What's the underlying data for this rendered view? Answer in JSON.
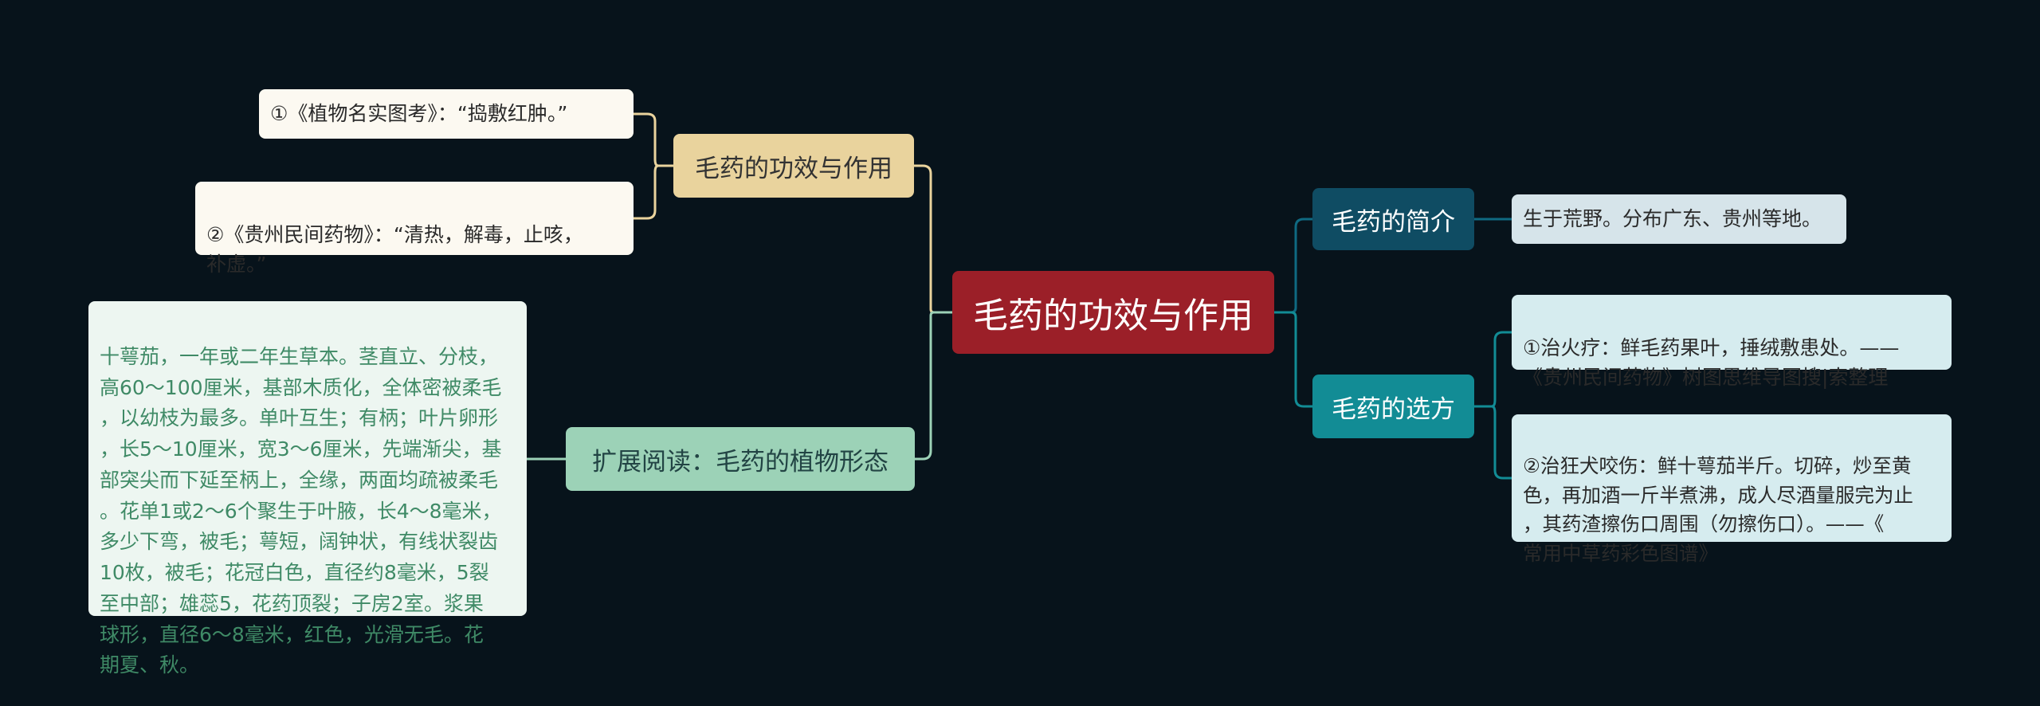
{
  "root": {
    "label": "毛药的功效与作用"
  },
  "left": {
    "effect": {
      "label": "毛药的功效与作用",
      "leaves": [
        "①《植物名实图考》：“捣敷红肿。”",
        "②《贵州民间药物》：“清热，解毒，止咳，\n补虚。”"
      ]
    },
    "extend": {
      "label": "扩展阅读：毛药的植物形态",
      "leaf": "十萼茄，一年或二年生草本。茎直立、分枝，\n高60～100厘米，基部木质化，全体密被柔毛\n，以幼枝为最多。单叶互生；有柄；叶片卵形\n，长5～10厘米，宽3～6厘米，先端渐尖，基\n部突尖而下延至柄上，全缘，两面均疏被柔毛\n。花单1或2～6个聚生于叶腋，长4～8毫米，\n多少下弯，被毛；萼短，阔钟状，有线状裂齿\n10枚，被毛；花冠白色，直径约8毫米，5裂\n至中部；雄蕊5，花药顶裂；子房2室。浆果\n球形，直径6～8毫米，红色，光滑无毛。花\n期夏、秋。"
    }
  },
  "right": {
    "intro": {
      "label": "毛药的简介",
      "leaf": "生于荒野。分布广东、贵州等地。"
    },
    "recipe": {
      "label": "毛药的选方",
      "leaves": [
        "①治火疗：鲜毛药果叶，捶绒敷患处。——\n《贵州民间药物》树图思维导图搜|索整理",
        "②治狂犬咬伤：鲜十萼茄半斤。切碎，炒至黄\n色，再加酒一斤半煮沸，成人尽酒量服完为止\n，其药渣擦伤口周围（勿擦伤口）。——《\n常用中草药彩色图谱》"
      ]
    }
  },
  "colors": {
    "background": "#07131b",
    "root": "#9b1f28",
    "effect_branch": "#e9d39d",
    "extend_branch": "#9cd2b7",
    "intro_branch": "#0f4c63",
    "recipe_branch": "#128c95"
  }
}
